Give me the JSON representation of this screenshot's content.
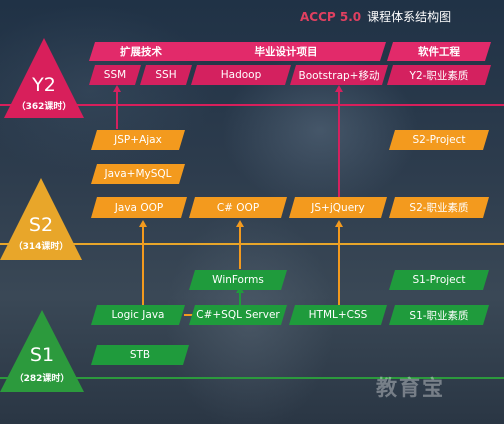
{
  "title": {
    "accent": "ACCP 5.0",
    "main": "课程体系结构图"
  },
  "levels": [
    {
      "name": "Y2",
      "hours": "（362课时）",
      "color": "#d81f5b"
    },
    {
      "name": "S2",
      "hours": "（314课时）",
      "color": "#e8a62a"
    },
    {
      "name": "S1",
      "hours": "（282课时）",
      "color": "#2c9a3d"
    }
  ],
  "y2": {
    "headers": [
      "扩展技术",
      "毕业设计项目",
      "软件工程"
    ],
    "modules": [
      "SSM",
      "SSH",
      "Hadoop",
      "Bootstrap+移动",
      "Y2-职业素质"
    ]
  },
  "s2": {
    "modules": [
      "JSP+Ajax",
      "Java+MySQL",
      "Java OOP",
      "C# OOP",
      "JS+jQuery",
      "S2-职业素质",
      "S2-Project"
    ]
  },
  "s1": {
    "modules": [
      "WinForms",
      "S1-Project",
      "Logic Java",
      "C#+SQL Server",
      "HTML+CSS",
      "S1-职业素质",
      "STB"
    ]
  },
  "watermark": "教育宝",
  "colors": {
    "pink": "#d4215f",
    "orange": "#f39a1e",
    "green": "#1f9b3c"
  }
}
